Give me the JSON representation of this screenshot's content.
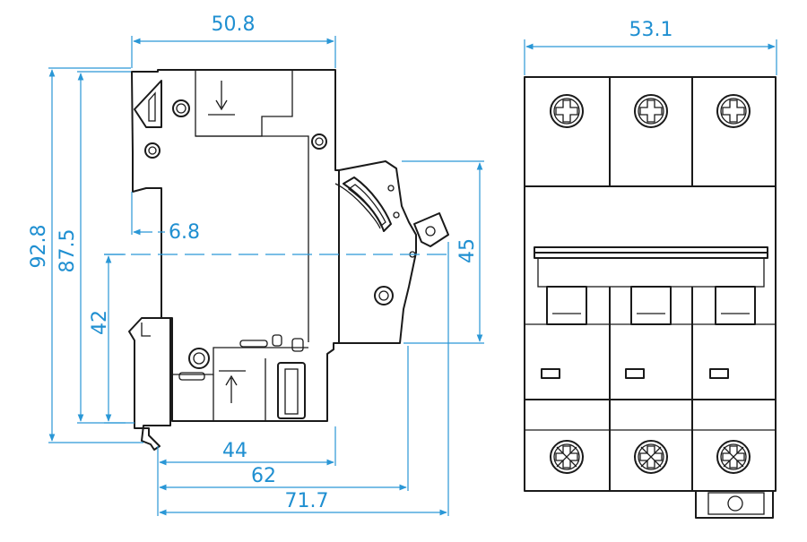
{
  "side_view": {
    "dimensions": {
      "top_width": "50.8",
      "rail_offset": "6.8",
      "height_total": "92.8",
      "height_body": "87.5",
      "height_to_center": "42",
      "handle_height": "45",
      "depth_body": "44",
      "depth_handle": "62",
      "depth_total": "71.7"
    }
  },
  "front_view": {
    "dimensions": {
      "width": "53.1"
    },
    "poles": 3
  },
  "colors": {
    "dimension_lines": "#2a97d6",
    "outline": "#1a1a1a",
    "background": "#ffffff"
  }
}
